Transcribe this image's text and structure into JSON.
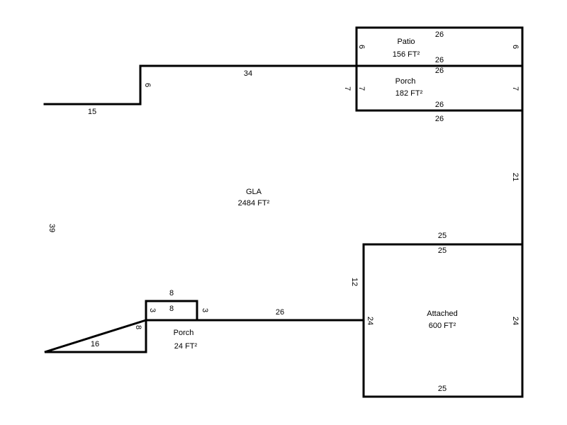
{
  "areas": {
    "gla": {
      "name": "GLA",
      "area": "2484 FT²"
    },
    "patio": {
      "name": "Patio",
      "area": "156 FT²"
    },
    "porch_top": {
      "name": "Porch",
      "area": "182 FT²"
    },
    "attached": {
      "name": "Attached",
      "area": "600 FT²"
    },
    "porch_small": {
      "name": "Porch",
      "area": "24 FT²"
    }
  },
  "dims": {
    "patio_top": "26",
    "patio_bottom": "26",
    "patio_left": "6",
    "patio_right": "6",
    "porch_top_top": "26",
    "porch_top_bottom": "26",
    "porch_top_left": "7",
    "porch_top_right": "7",
    "gla_porch_left": "7",
    "gla_below_porch": "26",
    "gla_top": "34",
    "gla_step": "6",
    "gla_upper_left": "15",
    "gla_left": "39",
    "gla_right": "21",
    "gla_over_attached": "25",
    "gla_attached_left": "12",
    "gla_bottom_mid": "26",
    "gla_left_step": "8",
    "gla_bottom_left": "16",
    "attached_top": "25",
    "attached_bottom": "25",
    "attached_left": "24",
    "attached_right": "24",
    "porch_small_top_out": "8",
    "porch_small_top_in": "8",
    "porch_small_left": "3",
    "porch_small_right": "3"
  }
}
